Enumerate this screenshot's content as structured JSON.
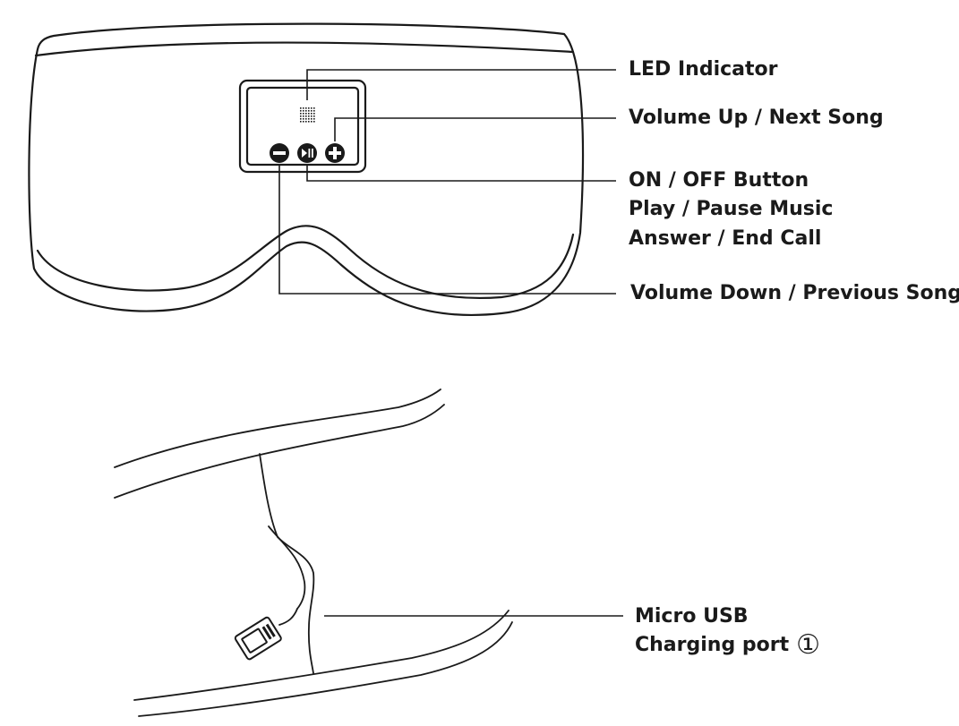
{
  "labels": {
    "led": "LED Indicator",
    "volume_up": "Volume Up / Next Song",
    "on_off": "ON / OFF Button",
    "play_pause": "Play / Pause Music",
    "answer_end": "Answer / End Call",
    "volume_down": "Volume Down / Previous Song",
    "micro_usb": "Micro USB",
    "charging_port": "Charging port",
    "port_number": "①"
  },
  "colors": {
    "ink": "#1a1a1a",
    "background": "#ffffff"
  },
  "icons": [
    "led-dot-matrix-icon",
    "minus-button-icon",
    "play-pause-button-icon",
    "plus-button-icon",
    "usb-connector-icon"
  ]
}
